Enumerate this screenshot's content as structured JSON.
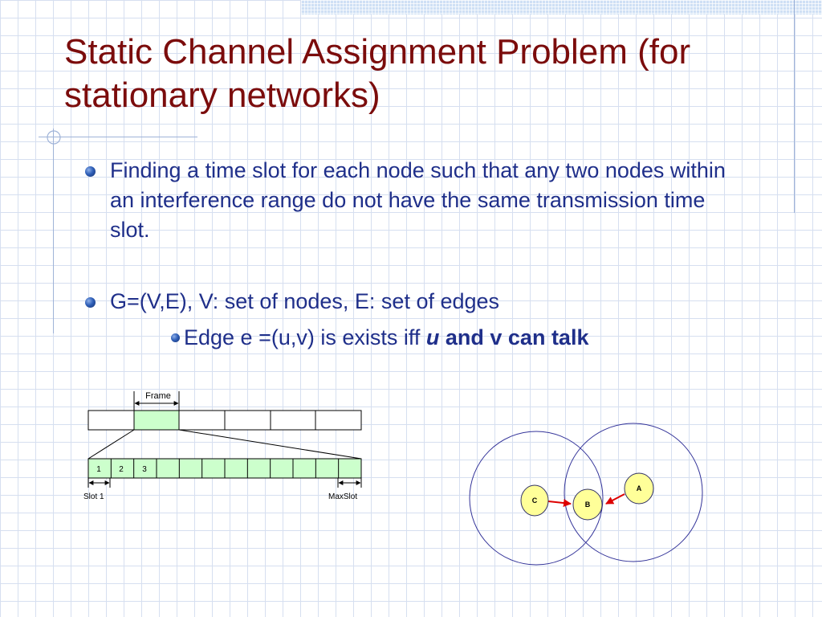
{
  "slide": {
    "title": "Static Channel Assignment Problem (for stationary networks)",
    "bullets": [
      {
        "text": "Finding a time slot for each node such that any two nodes within an interference range do not have the same transmission time slot."
      },
      {
        "text": "G=(V,E), V: set of nodes,  E: set of edges"
      }
    ],
    "sub_bullet": {
      "prefix": "Edge e =(u,v) is exists iff ",
      "u_label": "u",
      "suffix": " and v can talk"
    }
  },
  "frame_diagram": {
    "frame_label": "Frame",
    "slot_numbers": [
      "1",
      "2",
      "3"
    ],
    "slot1_label": "Slot 1",
    "maxslot_label": "MaxSlot",
    "frame_fill": "#ccffcc"
  },
  "interference_diagram": {
    "nodes": [
      "A",
      "B",
      "C"
    ],
    "node_fill": "#ffff99",
    "circle_color": "#333399",
    "arrow_color": "#dd0000"
  },
  "colors": {
    "title": "#7b0c0c",
    "body_text": "#1f2f8a"
  }
}
